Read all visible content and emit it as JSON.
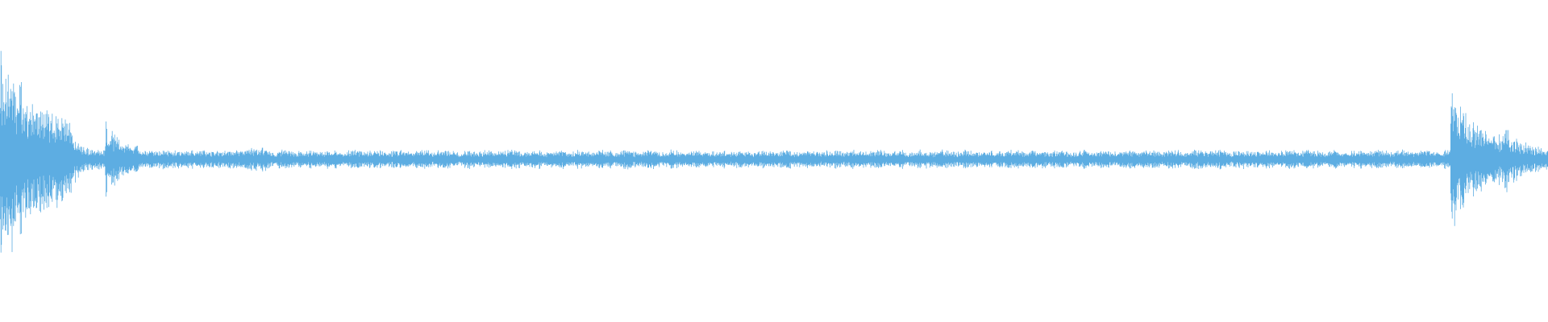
{
  "waveform": {
    "color": "#5dade2",
    "background": "#ffffff",
    "baseline_level": 0.0,
    "segments": [
      {
        "start": 0.0,
        "end": 0.045,
        "peak": 0.9,
        "floor": 0.3,
        "shape": "decay"
      },
      {
        "start": 0.045,
        "end": 0.068,
        "peak": 0.25,
        "floor": 0.06,
        "shape": "decay"
      },
      {
        "start": 0.068,
        "end": 0.09,
        "peak": 0.3,
        "floor": 0.1,
        "shape": "decay"
      },
      {
        "start": 0.09,
        "end": 0.16,
        "peak": 0.08,
        "floor": 0.05,
        "shape": "flat"
      },
      {
        "start": 0.16,
        "end": 0.175,
        "peak": 0.1,
        "floor": 0.06,
        "shape": "flat"
      },
      {
        "start": 0.175,
        "end": 0.937,
        "peak": 0.07,
        "floor": 0.03,
        "shape": "pulsed"
      },
      {
        "start": 0.937,
        "end": 0.972,
        "peak": 0.56,
        "floor": 0.16,
        "shape": "decay"
      },
      {
        "start": 0.972,
        "end": 1.0,
        "peak": 0.26,
        "floor": 0.08,
        "shape": "decay"
      }
    ]
  }
}
